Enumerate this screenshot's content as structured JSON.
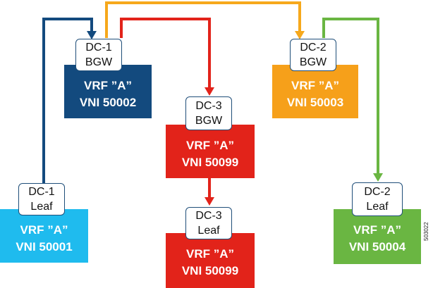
{
  "colors": {
    "dc1_bgw": "#134a7e",
    "dc2_bgw": "#f6a01a",
    "dc3": "#e2231a",
    "dc1_leaf": "#1fbbee",
    "dc2_leaf": "#6ab642",
    "wire_blue": "#134a7e",
    "wire_orange": "#f6a81c",
    "wire_red": "#e2231a",
    "wire_green": "#6ab642"
  },
  "nodes": {
    "dc1_bgw": {
      "line1": "DC-1",
      "line2": "BGW",
      "vrf": "VRF ”A”",
      "vni": "VNI 50002"
    },
    "dc2_bgw": {
      "line1": "DC-2",
      "line2": "BGW",
      "vrf": "VRF ”A”",
      "vni": "VNI 50003"
    },
    "dc3_bgw": {
      "line1": "DC-3",
      "line2": "BGW",
      "vrf": "VRF ”A”",
      "vni": "VNI 50099"
    },
    "dc1_leaf": {
      "line1": "DC-1",
      "line2": "Leaf",
      "vrf": "VRF ”A”",
      "vni": "VNI 50001"
    },
    "dc2_leaf": {
      "line1": "DC-2",
      "line2": "Leaf",
      "vrf": "VRF ”A”",
      "vni": "VNI 50004"
    },
    "dc3_leaf": {
      "line1": "DC-3",
      "line2": "Leaf",
      "vrf": "VRF ”A”",
      "vni": "VNI 50099"
    }
  },
  "figure_id": "503022"
}
